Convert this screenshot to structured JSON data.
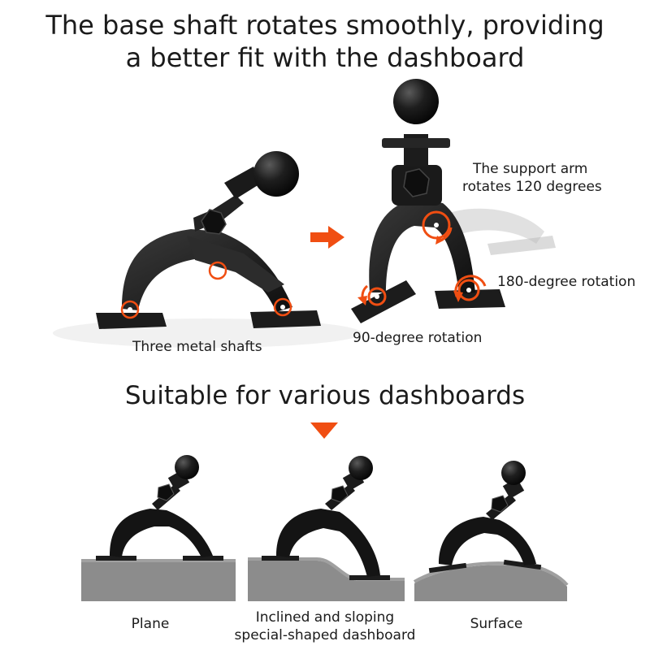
{
  "header": {
    "title_line1": "The base shaft rotates smoothly, providing",
    "title_line2": "a better fit with the dashboard"
  },
  "top_section": {
    "left_caption": "Three metal shafts",
    "right_annotations": {
      "support_arm_line1": "The support arm",
      "support_arm_line2": "rotates 120 degrees",
      "rotation_180": "180-degree rotation",
      "rotation_90": "90-degree rotation"
    },
    "arrow_icon": "right-arrow-icon"
  },
  "middle": {
    "subtitle": "Suitable for various dashboards",
    "arrow_icon": "down-triangle-icon"
  },
  "bottom_section": {
    "items": [
      {
        "label_line1": "Plane",
        "label_line2": ""
      },
      {
        "label_line1": "Inclined and sloping",
        "label_line2": "special-shaped dashboard"
      },
      {
        "label_line1": "Surface",
        "label_line2": ""
      }
    ]
  },
  "colors": {
    "accent_orange": "#f04e12",
    "mount_black": "#141414",
    "dashboard_gray": "#8c8c8c",
    "text": "#1b1b1b"
  }
}
